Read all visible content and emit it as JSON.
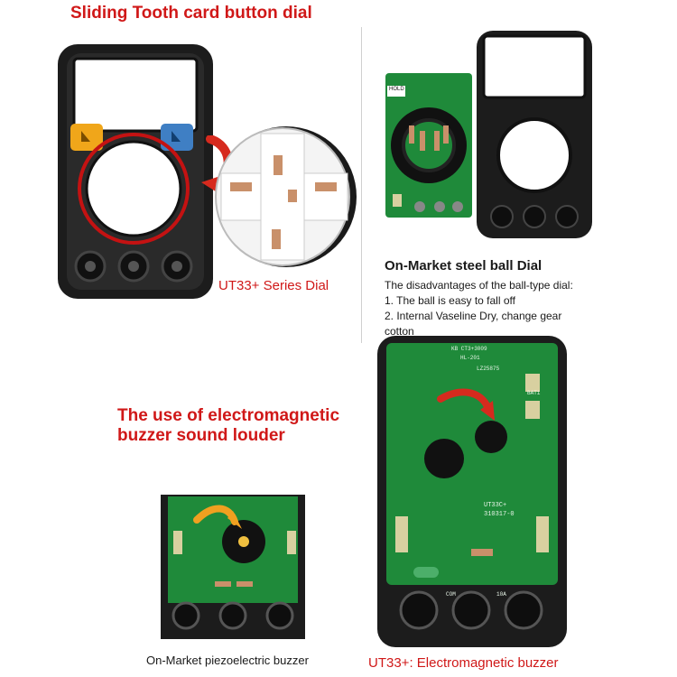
{
  "top_left": {
    "heading": "Sliding Tooth card button dial",
    "caption": "UT33+ Series Dial"
  },
  "top_right": {
    "heading": "On-Market steel ball Dial",
    "intro": "The disadvantages of the ball-type dial:",
    "points": [
      "1. The ball is easy to fall off",
      "2. Internal Vaseline Dry, change gear",
      "cotton"
    ],
    "pcb_labels": [
      "HOLD"
    ]
  },
  "bottom_left": {
    "heading_line1": "The use of electromagnetic",
    "heading_line2": "buzzer sound louder",
    "caption": "On-Market piezoelectric buzzer"
  },
  "bottom_right": {
    "caption": "UT33+: Electromagnetic buzzer",
    "pcb_labels": [
      "KB CT3+3009",
      "HL-201",
      "LZ25875",
      "UT33C+",
      "310317-0",
      "BAT1",
      "COM",
      "10A"
    ]
  },
  "colors": {
    "red_text": "#d01818",
    "pcb_green": "#1f8a3a",
    "case_black": "#1c1c1c",
    "arrow_red": "#d62a1e",
    "arrow_orange": "#f0a020"
  }
}
